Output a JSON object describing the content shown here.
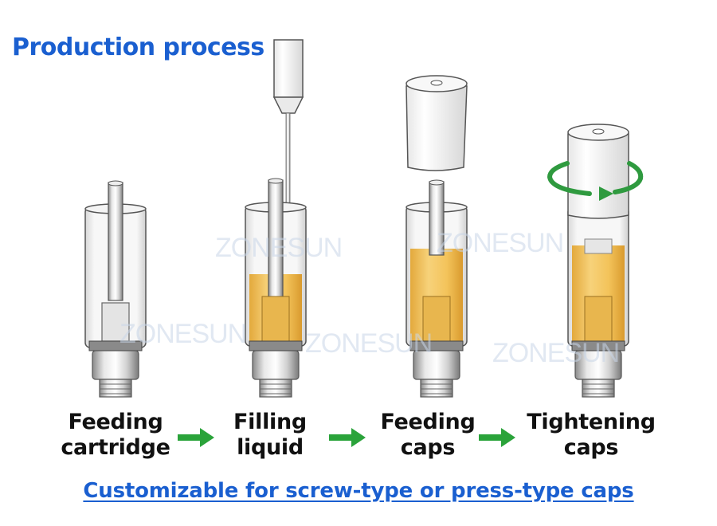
{
  "title": "Production process",
  "watermark": "ZONESUN",
  "steps": [
    {
      "line1": "Feeding",
      "line2": "cartridge"
    },
    {
      "line1": "Filling",
      "line2": "liquid"
    },
    {
      "line1": "Feeding",
      "line2": "caps"
    },
    {
      "line1": "Tightening",
      "line2": "caps"
    }
  ],
  "footer": "Customizable for screw-type or press-type caps",
  "colors": {
    "title": "#1a5fd0",
    "liquid": "#f2c25e",
    "arrow": "#2aa33a",
    "rotation": "#2f9a3f"
  },
  "icons": [
    "cartridge-icon",
    "needle-icon",
    "cap-icon",
    "rotate-arrow-icon",
    "right-arrow-icon"
  ]
}
